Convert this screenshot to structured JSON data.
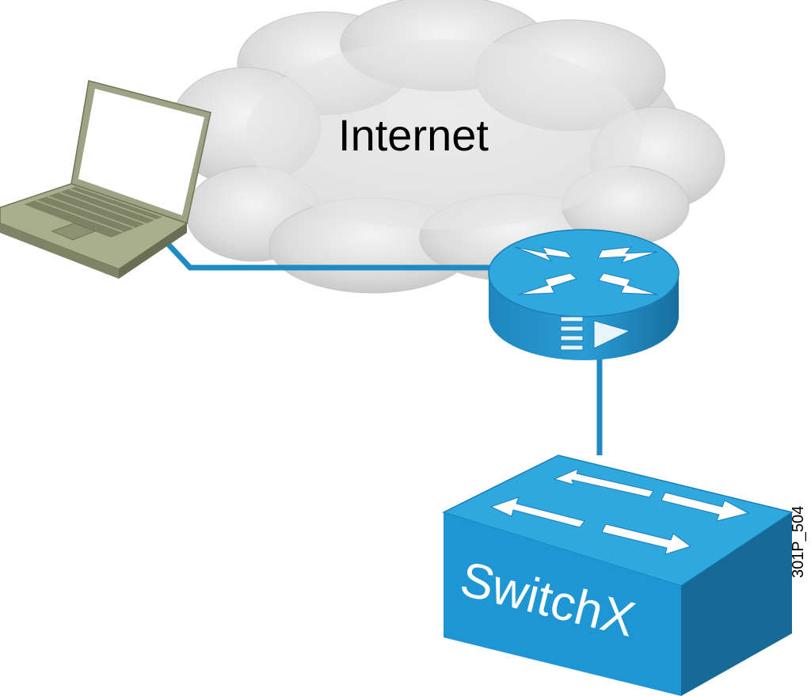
{
  "diagram": {
    "cloud": {
      "label": "Internet",
      "icon": "cloud-icon"
    },
    "laptop": {
      "icon": "laptop-icon"
    },
    "router": {
      "icon": "router-icon"
    },
    "switch": {
      "label": "SwitchX",
      "icon": "switch-icon"
    },
    "figure_id": "301P_504",
    "colors": {
      "device_blue": "#2fa8e0",
      "device_dark": "#1b7fb6",
      "link": "#1e8bc3",
      "cloud": "#d9d9d9",
      "laptop": "#a9ae8c"
    }
  }
}
